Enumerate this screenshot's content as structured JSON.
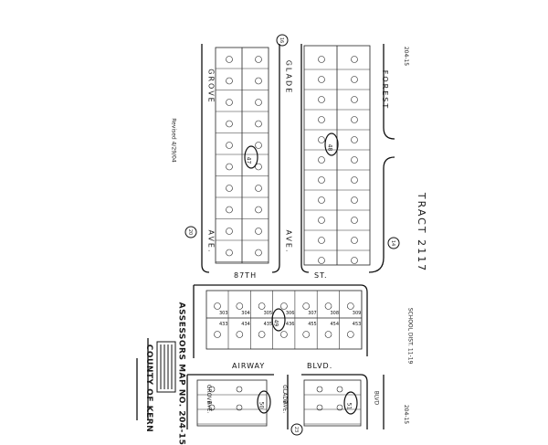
{
  "sheet": {
    "title_line1": "ASSESSORS MAP NO. 204-15",
    "title_line2": "COUNTY OF KERN",
    "revised": "Revised 4/29/04",
    "tract": "TRACT 2117",
    "school_district": "SCHOOL DIST. 11-19",
    "adjacent_map_top": "204-15",
    "adjacent_map_bottom": "204-15"
  },
  "streets": {
    "grove_top": "GROVE",
    "glade_top": "GLADE",
    "forest": "FOREST",
    "ave_left": "AVE.",
    "ave_mid": "AVE.",
    "st_87th": "87TH",
    "st": "ST.",
    "airway": "AIRWAY",
    "blvd": "BLVD.",
    "grove_bottom": "GROVE",
    "glade_bottom": "GLADE",
    "ave_bottom_left": "AVE.",
    "ave_bottom_mid": "AVE.",
    "blvd_bottom": "BLVD"
  },
  "block_labels": {
    "block_top_left": "47",
    "block_top_right": "48",
    "block_middle": "49",
    "block_bottom_left": "50",
    "block_bottom_right": "51"
  },
  "circle_labels": {
    "c16": "16",
    "c20": "20",
    "c14": "14",
    "c23": "23"
  },
  "lot_numbers_row": [
    "303",
    "304",
    "305",
    "306",
    "307",
    "308",
    "309"
  ],
  "lot_numbers_row2": [
    "433",
    "434",
    "435",
    "436",
    "455",
    "454",
    "453"
  ]
}
